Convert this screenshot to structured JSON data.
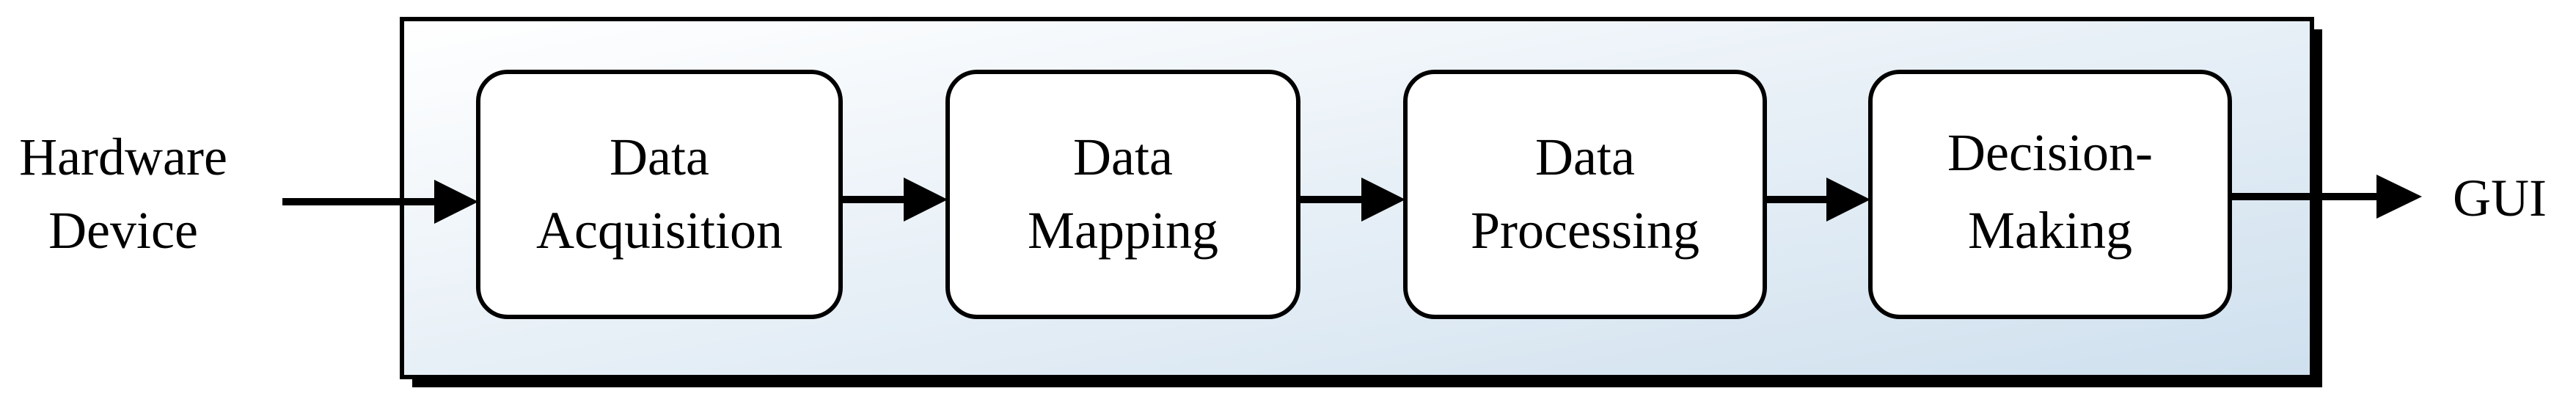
{
  "diagram": {
    "input": {
      "line1": "Hardware",
      "line2": "Device"
    },
    "output": {
      "label": "GUI"
    },
    "stages": [
      {
        "line1": "Data",
        "line2": "Acquisition"
      },
      {
        "line1": "Data",
        "line2": "Mapping"
      },
      {
        "line1": "Data",
        "line2": "Processing"
      },
      {
        "line1": "Decision-",
        "line2": "Making"
      }
    ]
  },
  "colors": {
    "panel_gradient_light": "#ffffff",
    "panel_gradient_dark": "#cfe0ee",
    "box_fill": "#ffffff",
    "stroke": "#000000"
  }
}
